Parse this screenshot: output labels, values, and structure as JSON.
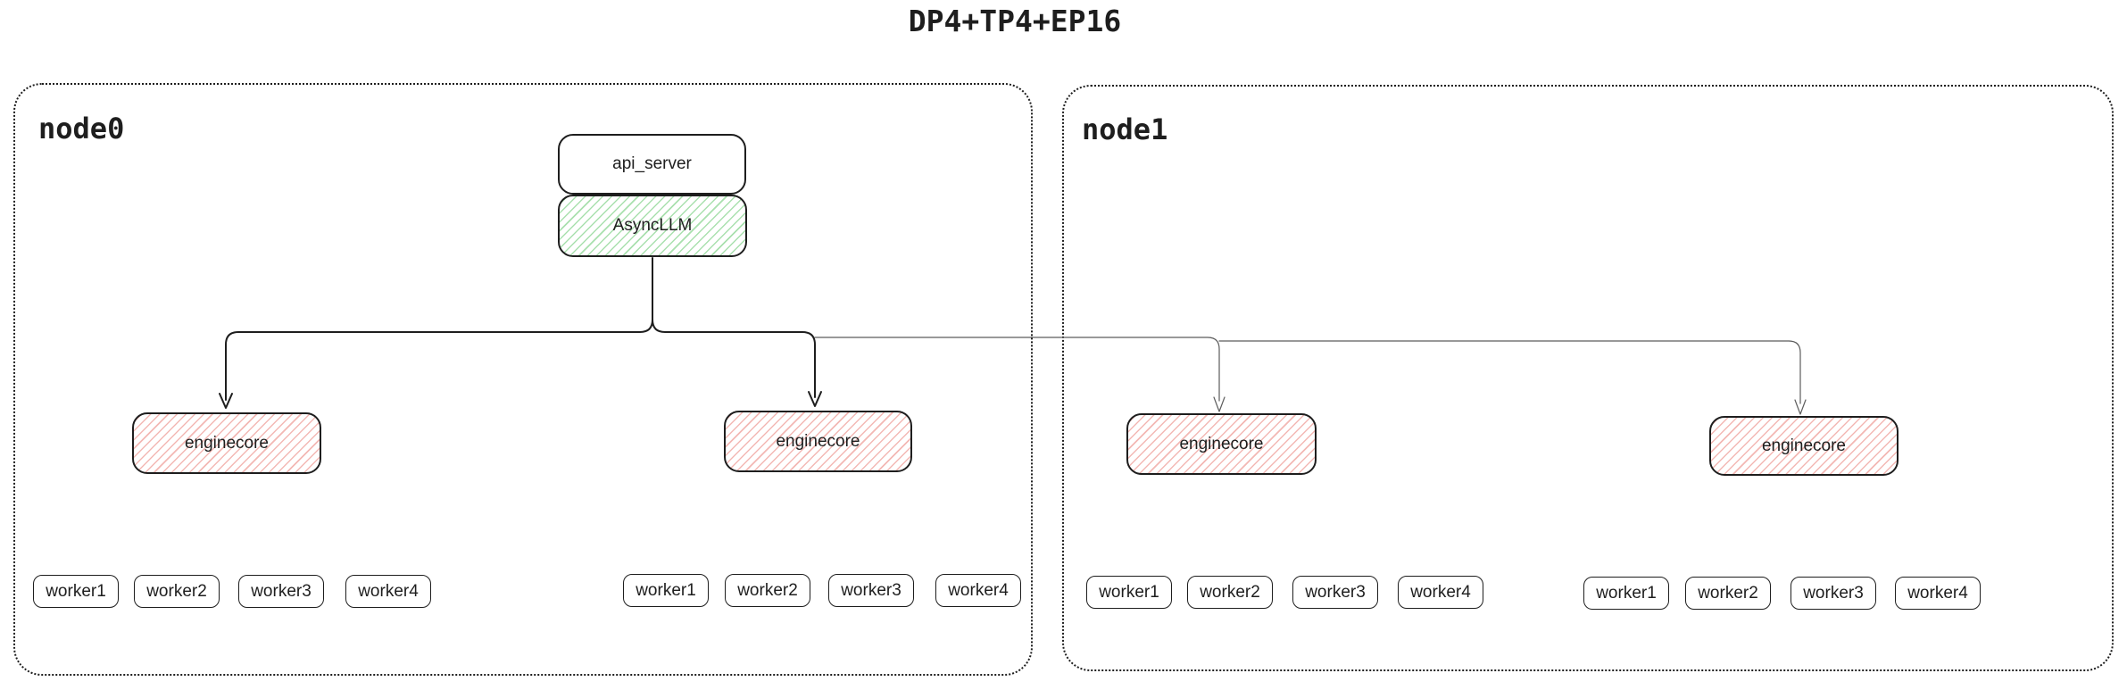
{
  "title": "DP4+TP4+EP16",
  "colors": {
    "ink": "#1e1e1e",
    "thin_line": "#5c5c5c",
    "green_hatch": "#a9e0ae",
    "red_hatch": "#f3b8b4"
  },
  "nodes": [
    {
      "label": "node0",
      "api_server_label": "api_server",
      "asyncllm_label": "AsyncLLM",
      "enginecores": [
        {
          "label": "enginecore",
          "workers": [
            "worker1",
            "worker2",
            "worker3",
            "worker4"
          ]
        },
        {
          "label": "enginecore",
          "workers": [
            "worker1",
            "worker2",
            "worker3",
            "worker4"
          ]
        }
      ]
    },
    {
      "label": "node1",
      "enginecores": [
        {
          "label": "enginecore",
          "workers": [
            "worker1",
            "worker2",
            "worker3",
            "worker4"
          ]
        },
        {
          "label": "enginecore",
          "workers": [
            "worker1",
            "worker2",
            "worker3",
            "worker4"
          ]
        }
      ]
    }
  ]
}
